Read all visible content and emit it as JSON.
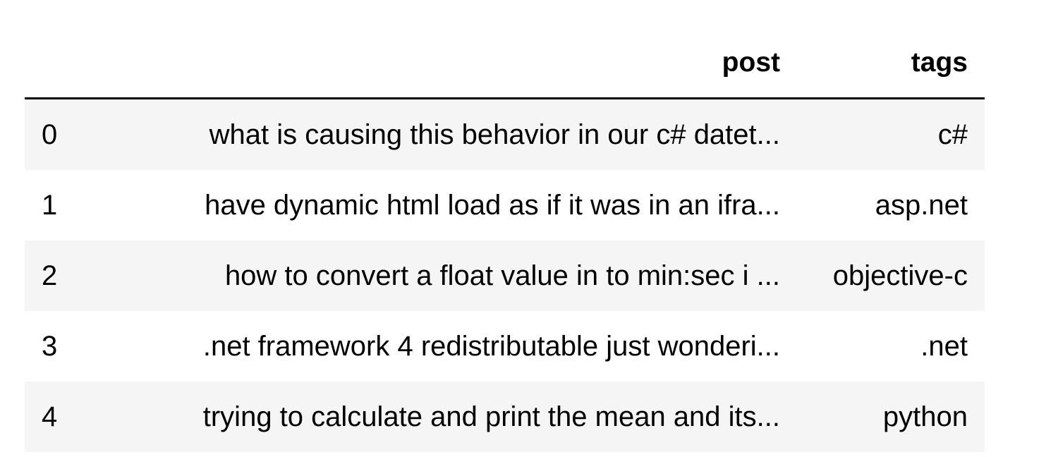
{
  "table": {
    "columns": [
      "",
      "post",
      "tags"
    ],
    "rows": [
      {
        "index": "0",
        "post": "what is causing this behavior in our c# datet...",
        "tags": "c#"
      },
      {
        "index": "1",
        "post": "have dynamic html load as if it was in an ifra...",
        "tags": "asp.net"
      },
      {
        "index": "2",
        "post": "how to convert a float value in to min:sec i ...",
        "tags": "objective-c"
      },
      {
        "index": "3",
        "post": ".net framework 4 redistributable just wonderi...",
        "tags": ".net"
      },
      {
        "index": "4",
        "post": "trying to calculate and print the mean and its...",
        "tags": "python"
      }
    ]
  }
}
